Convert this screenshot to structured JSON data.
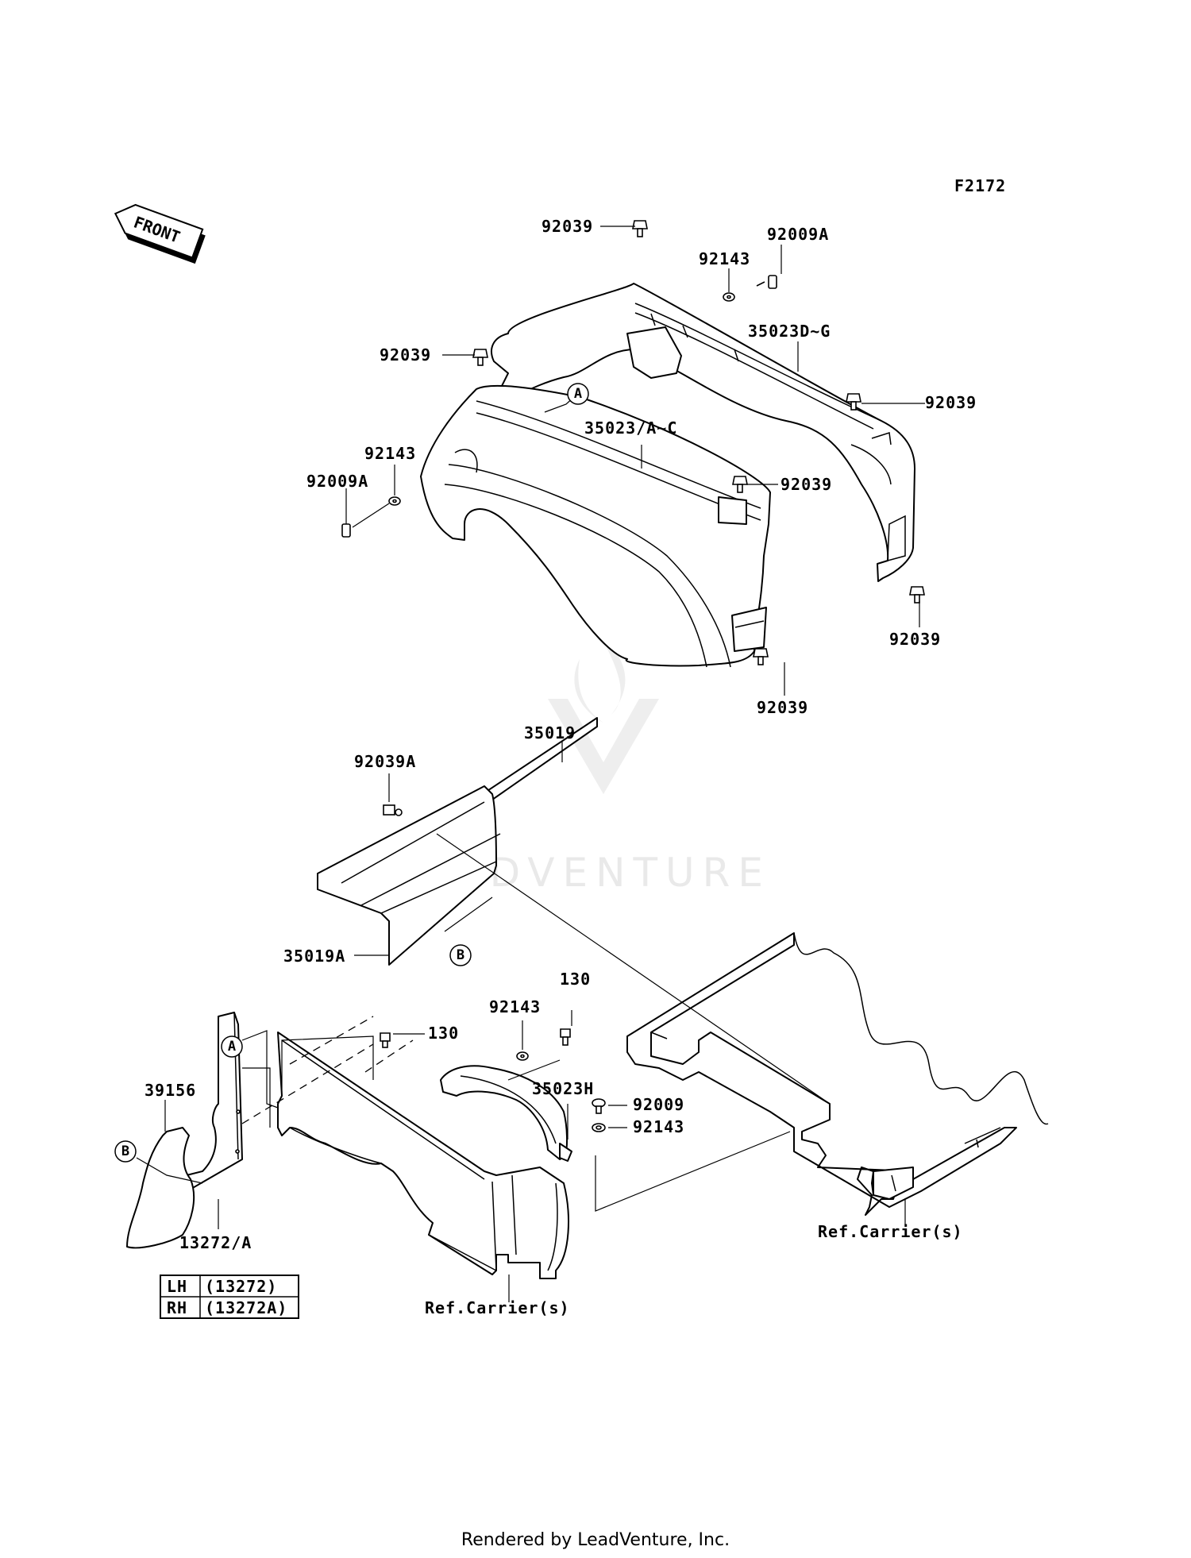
{
  "figure_code": "F2172",
  "front_arrow": "FRONT",
  "watermark": "LEADVENTURE",
  "footer": "Rendered by LeadVenture, Inc.",
  "callouts": {
    "a": "A",
    "b": "B"
  },
  "labels": {
    "p92039_top": "92039",
    "p92009A_top": "92009A",
    "p92143_top": "92143",
    "p35023DG": "35023D~G",
    "p92039_rear_mid": "92039",
    "p92039_rear_low": "92039",
    "p92039_left_top": "92039",
    "p35023AC": "35023/A~C",
    "p92143_left": "92143",
    "p92009A_left": "92009A",
    "p92039_front_mid": "92039",
    "p92039_front_low": "92039",
    "p35019": "35019",
    "p92039A": "92039A",
    "p35019A": "35019A",
    "p130_right": "130",
    "p92143_mid": "92143",
    "p130_left": "130",
    "p35023H": "35023H",
    "p92009": "92009",
    "p92143_low": "92143",
    "p39156": "39156",
    "p13272A": "13272/A",
    "ref_carrier_left": "Ref.Carrier(s)",
    "ref_carrier_right": "Ref.Carrier(s)"
  },
  "legend_table": {
    "rows": [
      {
        "side": "LH",
        "part": "(13272)"
      },
      {
        "side": "RH",
        "part": "(13272A)"
      }
    ]
  }
}
